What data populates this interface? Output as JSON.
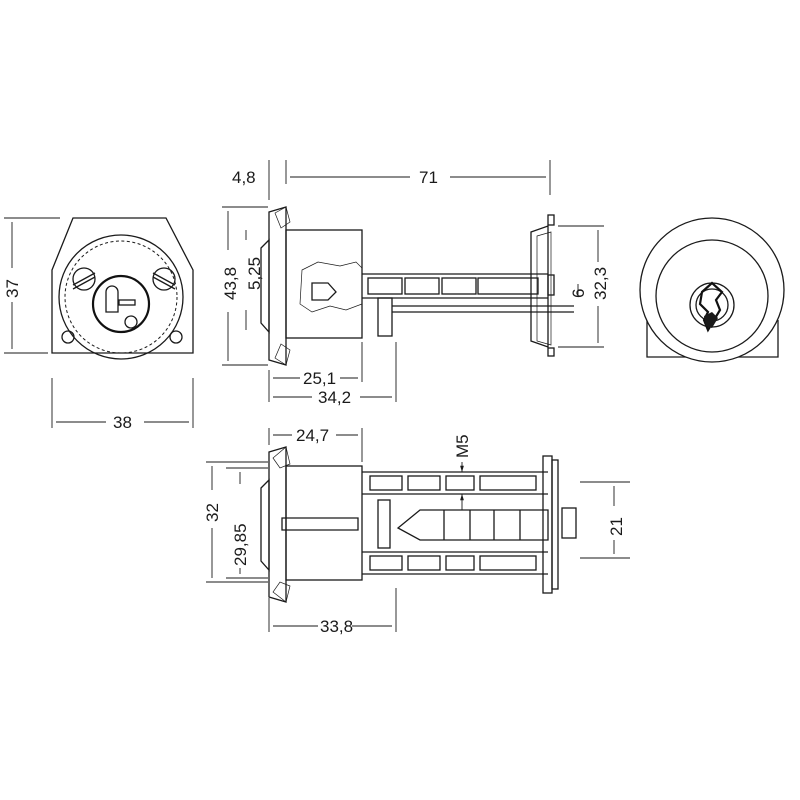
{
  "dimensions": {
    "d_4_8": "4,8",
    "d_71": "71",
    "d_37": "37",
    "d_38": "38",
    "d_43_8": "43,8",
    "d_5_25": "5,25",
    "d_25_1": "25,1",
    "d_34_2": "34,2",
    "d_6": "6",
    "d_32_3": "32,3",
    "d_24_7": "24,7",
    "d_m5": "M5",
    "d_32": "32",
    "d_29_85": "29,85",
    "d_33_8": "33,8",
    "d_21": "21"
  },
  "colors": {
    "line": "#1a1a1a",
    "background": "#ffffff"
  }
}
